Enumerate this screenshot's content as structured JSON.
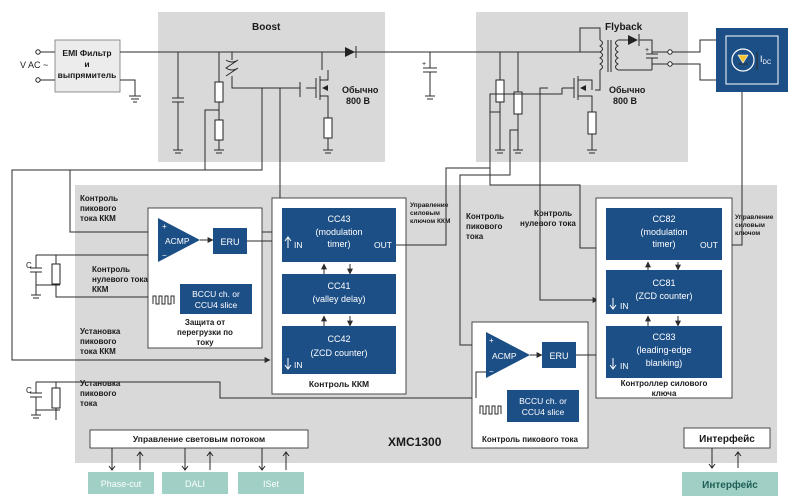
{
  "regions": {
    "boost": "Boost",
    "flyback": "Flyback",
    "mcu": "XMC1300"
  },
  "power_stage": {
    "vac": "V AC ~",
    "emi_line1": "EMI Фильтр",
    "emi_line2": "и",
    "emi_line3": "выпрямитель",
    "boost_fet_line1": "Обычно",
    "boost_fet_line2": "800 В",
    "flyback_fet_line1": "Обычно",
    "flyback_fet_line2": "800 В",
    "led_current": "I",
    "led_current_sub": "DC"
  },
  "pfc": {
    "label_peak_line1": "Контроль",
    "label_peak_line2": "пикового",
    "label_peak_line3": "тока ККМ",
    "label_zero_line1": "Контроль",
    "label_zero_line2": "нулевого тока",
    "label_zero_line3": "ККМ",
    "label_setpeak_line1": "Установка",
    "label_setpeak_line2": "пикового",
    "label_setpeak_line3": "тока ККМ",
    "acmp": "ACMP",
    "eru": "ERU",
    "bccu_line1": "BCCU ch. or",
    "bccu_line2": "CCU4 slice",
    "protect_line1": "Защита от",
    "protect_line2": "перегрузки по",
    "protect_line3": "току",
    "cc43_title": "CC43",
    "cc43_line1": "(modulation",
    "cc43_line2": "timer)",
    "cc41_title": "CC41",
    "cc41_line1": "(valley delay)",
    "cc42_title": "CC42",
    "cc42_line1": "(ZCD counter)",
    "in_label": "IN",
    "out_label": "OUT",
    "group_label": "Контроль ККМ",
    "switch_ctrl_line1": "Управление",
    "switch_ctrl_line2": "силовым",
    "switch_ctrl_line3": "ключом ККМ"
  },
  "flyback_ctrl": {
    "label_peak_line1": "Контроль",
    "label_peak_line2": "пикового",
    "label_peak_line3": "тока",
    "label_zero_line1": "Контроль",
    "label_zero_line2": "нулевого тока",
    "cc82_title": "CC82",
    "cc82_line1": "(modulation",
    "cc82_line2": "timer)",
    "cc81_title": "CC81",
    "cc81_line1": "(ZCD counter)",
    "cc83_title": "CC83",
    "cc83_line1": "(leading-edge",
    "cc83_line2": "blanking)",
    "in_label": "IN",
    "out_label": "OUT",
    "group_line1": "Контроллер силового",
    "group_line2": "ключа",
    "switch_ctrl_line1": "Управление",
    "switch_ctrl_line2": "силовым",
    "switch_ctrl_line3": "ключом"
  },
  "peak_ctrl": {
    "acmp": "ACMP",
    "eru": "ERU",
    "bccu_line1": "BCCU ch. or",
    "bccu_line2": "CCU4 slice",
    "group_label": "Контроль пикового тока",
    "label_set_line1": "Установка",
    "label_set_line2": "пикового",
    "label_set_line3": "тока"
  },
  "light": {
    "title": "Управление световым потоком",
    "phase_cut": "Phase-cut",
    "dali": "DALI",
    "iset": "ISet"
  },
  "interface": {
    "inner": "Интерфейс",
    "outer": "Интерфейс"
  },
  "caps": {
    "c1": "C",
    "c2": "C"
  },
  "comparator_signs": {
    "plus": "+",
    "minus": "−"
  }
}
